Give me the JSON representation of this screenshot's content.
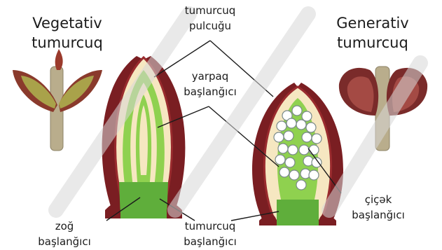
{
  "labels": {
    "vegetative_title": [
      "Vegetativ",
      "tumurcuq"
    ],
    "generative_title": [
      "Generativ",
      "tumurcuq"
    ],
    "bud_scale": [
      "tumurcuq",
      "pulcuğu"
    ],
    "leaf_primordium": [
      "yarpaq",
      "başlanğıcı"
    ],
    "shoot_primordium": [
      "zoğ",
      "başlanğıcı"
    ],
    "bud_primordium": [
      "tumurcuq",
      "başlanğıcı"
    ],
    "flower_primordium": [
      "çiçək",
      "başlanğıcı"
    ]
  },
  "colors": {
    "scale_dark": "#7a1e22",
    "scale_mid": "#9a2b2e",
    "cream": "#f6e7c1",
    "green_light": "#8fd14f",
    "green_mid": "#5fae3b",
    "green_dark": "#3f8a2a",
    "flower": "#ffffff",
    "flower_stroke": "#7a8a8a",
    "stem": "#b9ad8c",
    "watermark": "#d8d8d8",
    "line": "#1b1b1b"
  },
  "icons": [
    "vegetative-bud-photo-icon",
    "generative-bud-photo-icon"
  ]
}
